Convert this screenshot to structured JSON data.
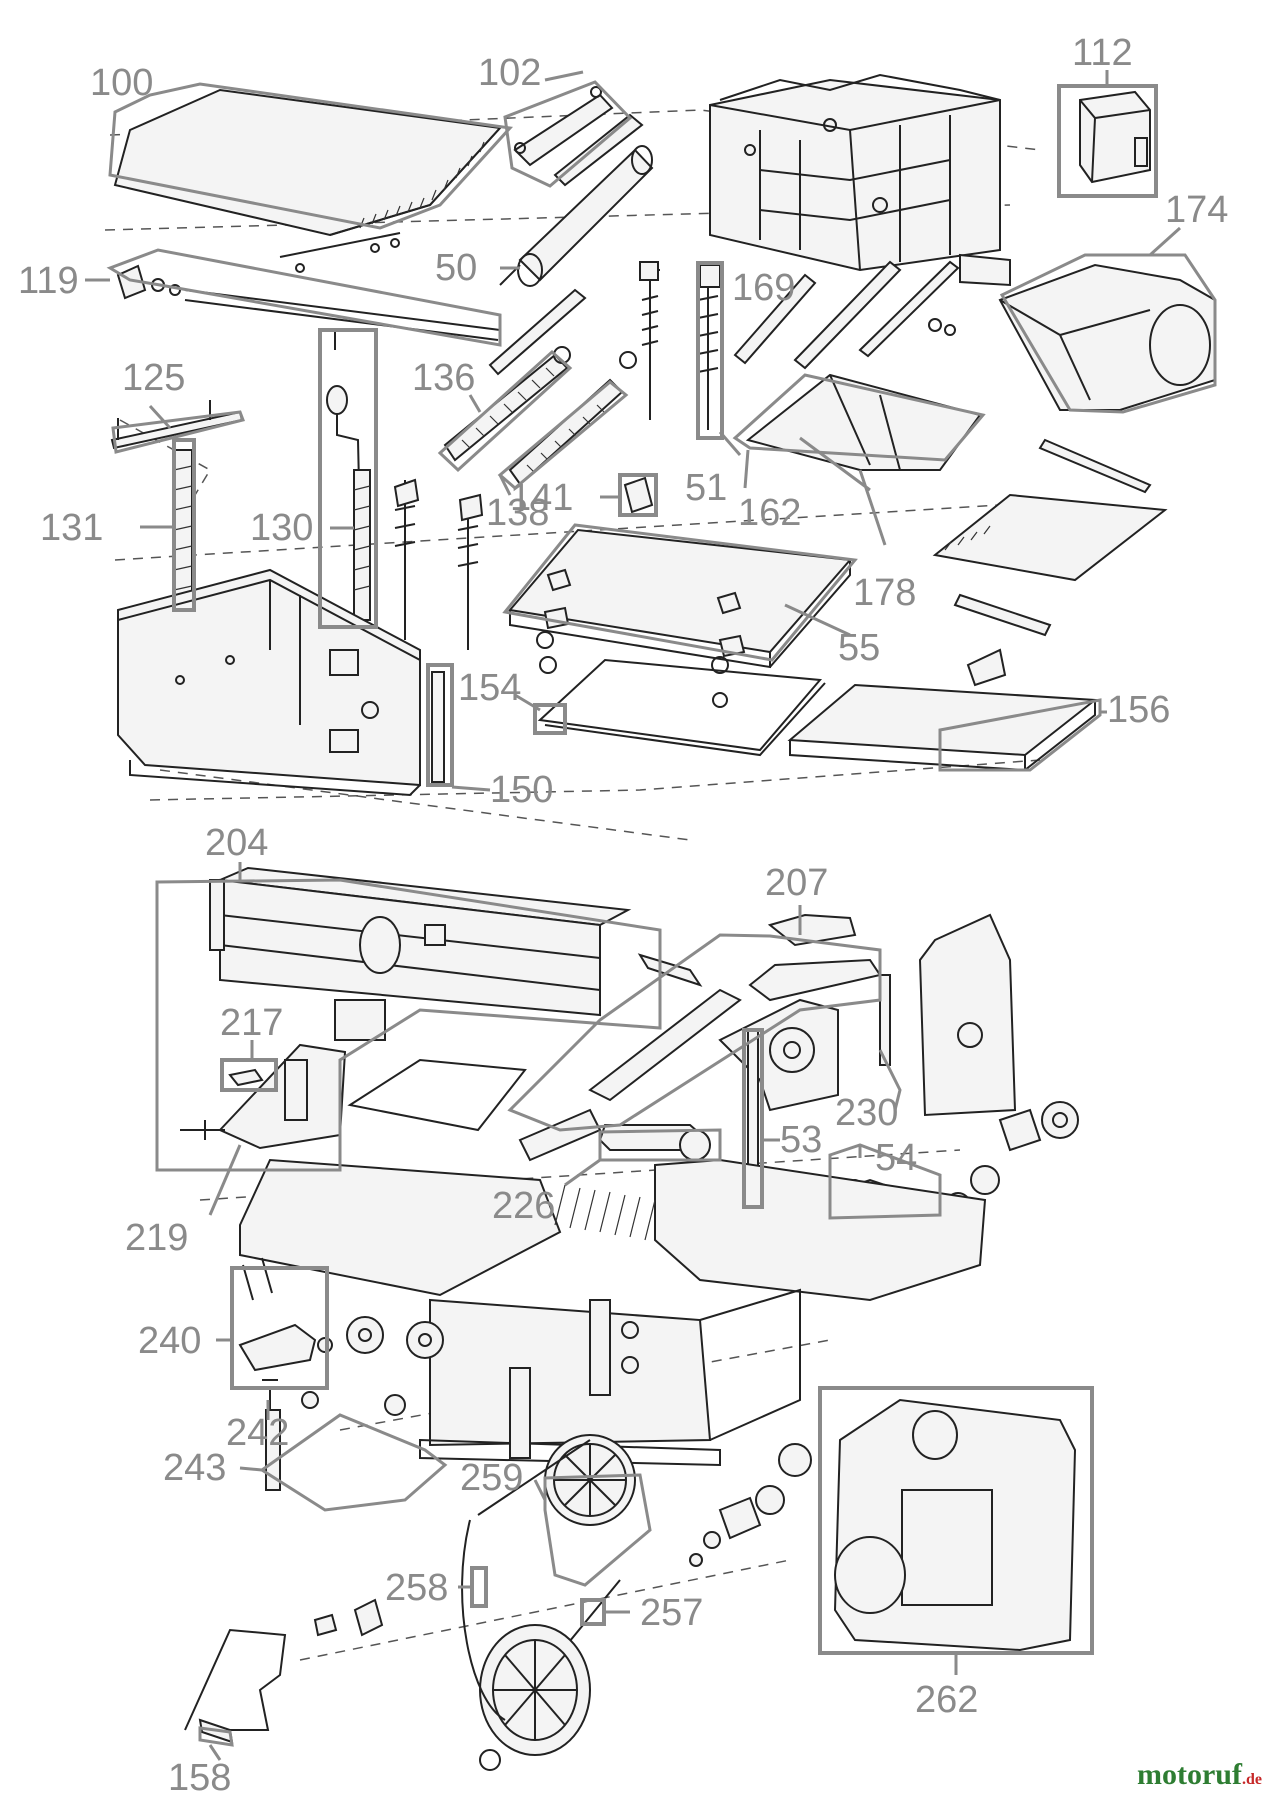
{
  "labels": [
    "100",
    "102",
    "112",
    "174",
    "119",
    "50",
    "169",
    "125",
    "136",
    "130",
    "131",
    "141",
    "51",
    "162",
    "138",
    "178",
    "55",
    "154",
    "156",
    "150",
    "204",
    "207",
    "217",
    "230",
    "53",
    "54",
    "219",
    "226",
    "240",
    "242",
    "243",
    "259",
    "258",
    "257",
    "158",
    "262"
  ],
  "watermark": {
    "brand": "motoruf",
    "suffix": ".de",
    "color_brand": "#2e7d32",
    "color_suffix": "#c62828"
  },
  "colors": {
    "label": "#8a8a8a",
    "line": "#222222"
  }
}
